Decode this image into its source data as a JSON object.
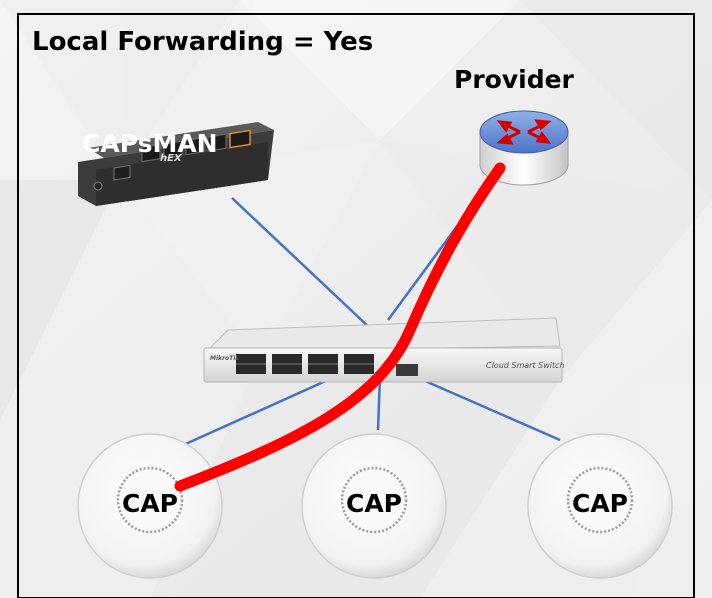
{
  "title": "Local Forwarding = Yes",
  "nodes": {
    "capsman": {
      "label": "CAPsMAN",
      "brand": "hEX",
      "icon": "router-device-icon"
    },
    "provider": {
      "label": "Provider",
      "icon": "router-icon"
    },
    "switch": {
      "label": "Cloud Smart Switch",
      "brand": "MikroTik",
      "icon": "network-switch-icon"
    },
    "caps": [
      {
        "label": "CAP",
        "icon": "access-point-icon"
      },
      {
        "label": "CAP",
        "icon": "access-point-icon"
      },
      {
        "label": "CAP",
        "icon": "access-point-icon"
      }
    ]
  },
  "colors": {
    "link": "#4472c4",
    "traffic": "#ff0000",
    "border": "#000000",
    "text": "#000000"
  }
}
